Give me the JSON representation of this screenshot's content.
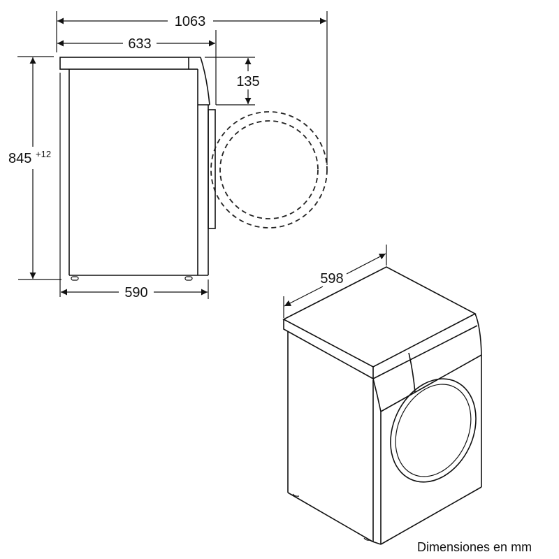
{
  "diagram": {
    "subject": "washing machine dimension drawing",
    "side_view": {
      "dimensions": {
        "total_depth_door_open": "1063",
        "depth": "633",
        "door_offset": "135",
        "height": "845",
        "height_tolerance": "+12",
        "base_depth": "590"
      }
    },
    "isometric_view": {
      "dimensions": {
        "width": "598"
      }
    },
    "caption": "Dimensiones en mm"
  }
}
